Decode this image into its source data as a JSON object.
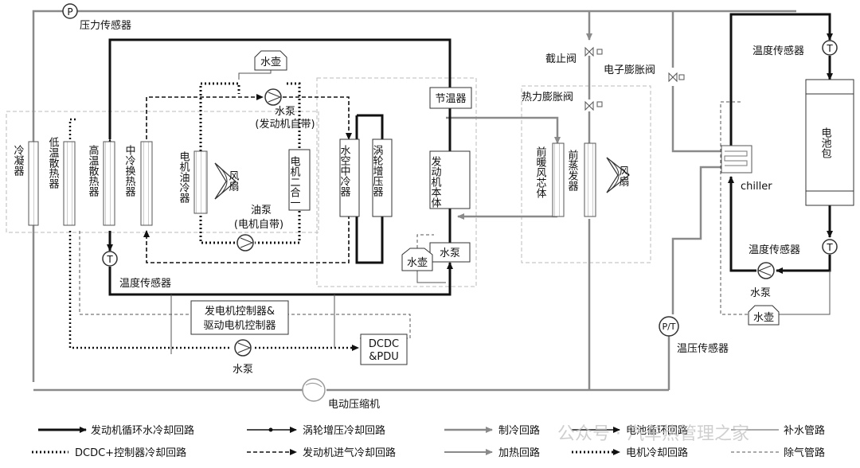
{
  "sensors": {
    "pressure_sensor": "压力传感器",
    "pressure_symbol": "P",
    "temp_symbol": "T",
    "temp_sensor_left": "温度传感器",
    "temp_sensor_top_right": "温度传感器",
    "temp_sensor_mid_right": "温度传感器",
    "pt_sensor": "温压传感器",
    "pt_symbol": "P/T"
  },
  "components": {
    "kettle_top": "水壶",
    "pump_top": "水泵",
    "pump_top_sub": "(发动机自带)",
    "thermostat": "节温器",
    "shutoff_valve": "截止阀",
    "expansion_valve": "电子膨胀阀",
    "thermal_expansion_valve": "热力膨胀阀",
    "condenser": "冷凝器",
    "low_temp_radiator": "低温散热器",
    "high_temp_radiator": "高温散热器",
    "mid_heat_exchanger": "中冷换热器",
    "motor_oil_cooler": "电机油冷器",
    "fan_1": "风扇",
    "motor_2in1": "电机二合一",
    "oil_pump": "油泵",
    "oil_pump_sub": "(电机自带)",
    "water_air_intercooler": "水空中冷器",
    "turbocharger": "涡轮增压器",
    "engine_body": "发动机本体",
    "kettle_mid": "水壶",
    "pump_mid": "水泵",
    "heater_core": "前暖风芯体",
    "front_evaporator": "前蒸发器",
    "fan_2": "风扇",
    "chiller": "chiller",
    "battery_pack": "电池包",
    "pump_right": "水泵",
    "kettle_right": "水壶",
    "controller_line1": "发电机控制器&",
    "controller_line2": "驱动电机控制器",
    "dcdc_line1": "DCDC",
    "dcdc_line2": "&PDU",
    "pump_bottom": "水泵",
    "compressor": "电动压缩机"
  },
  "legend": {
    "engine_loop": "发动机循环水冷却回路",
    "turbo_loop": "涡轮增压冷却回路",
    "refrigeration_loop": "制冷回路",
    "battery_loop": "电池循环回路",
    "makeup_water": "补水管路",
    "dcdc_loop": "DCDC+控制器冷却回路",
    "intake_loop": "发动机进气冷却回路",
    "heating_loop": "加热回路",
    "motor_loop": "电机冷却回路",
    "degas_line": "除气管路"
  },
  "watermark": "公众号 · 汽车热管理之家",
  "colors": {
    "black": "#111111",
    "gray": "#8a8a8a",
    "light_gray": "#bdbdbd"
  }
}
